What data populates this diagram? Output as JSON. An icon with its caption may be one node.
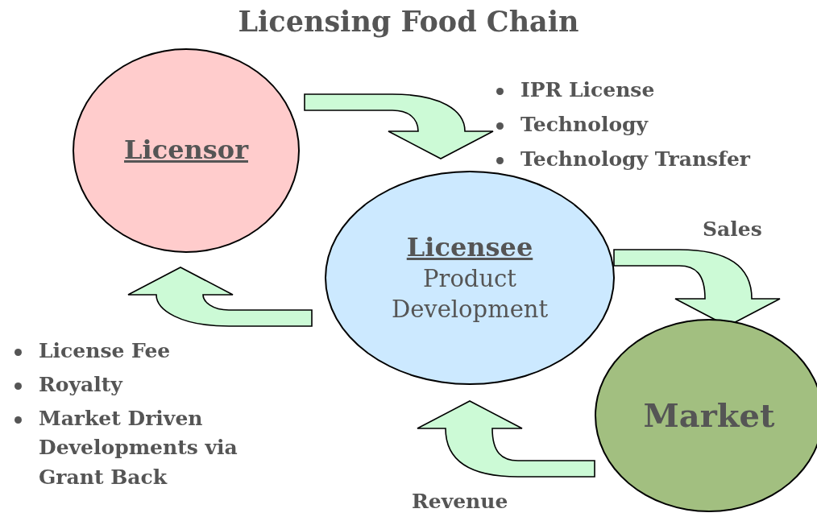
{
  "diagram": {
    "title": "Licensing Food Chain",
    "nodes": [
      {
        "text": [
          "Licensor"
        ]
      },
      {
        "text": [
          "Licensee",
          "Product Development"
        ]
      },
      {
        "text": [
          "Market"
        ]
      }
    ],
    "edges": [
      {
        "from": 0,
        "to": 1,
        "arrow": "to"
      },
      {
        "from": 1,
        "to": 2,
        "arrow": "to",
        "label": "Sales"
      },
      {
        "from": 2,
        "to": 1,
        "arrow": "to",
        "label": "Revenue"
      },
      {
        "from": 1,
        "to": 0,
        "arrow": "to"
      }
    ],
    "labels": [
      "IPR License",
      "Technology",
      "Technology Transfer",
      "License Fee",
      "Royalty",
      "Market Driven Developments via Grant Back"
    ]
  }
}
